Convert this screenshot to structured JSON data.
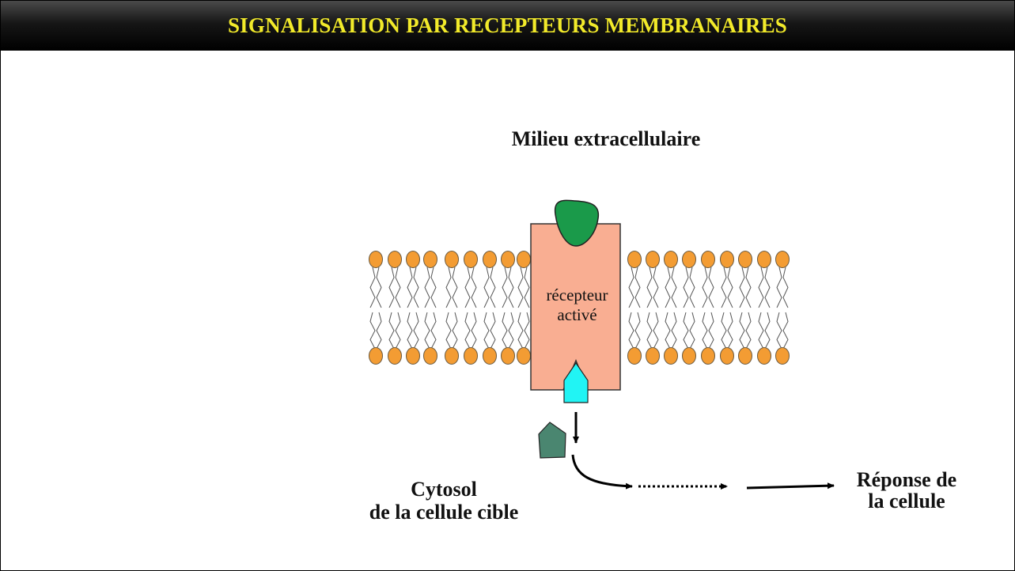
{
  "title": "SIGNALISATION PAR RECEPTEURS MEMBRANAIRES",
  "labels": {
    "extracellular": "Milieu extracellulaire",
    "cytosol_line1": "Cytosol",
    "cytosol_line2": "de la cellule cible",
    "receptor_line1": "récepteur",
    "receptor_line2": "activé",
    "response_line1": "Réponse de",
    "response_line2": "la cellule"
  },
  "colors": {
    "title_text": "#f2ea2a",
    "phospholipid_head": "#f39c33",
    "receptor": "#f9ae92",
    "ligand": "#1a9a4a",
    "activated_site": "#21f4f4",
    "relay_protein": "#4a8670"
  }
}
